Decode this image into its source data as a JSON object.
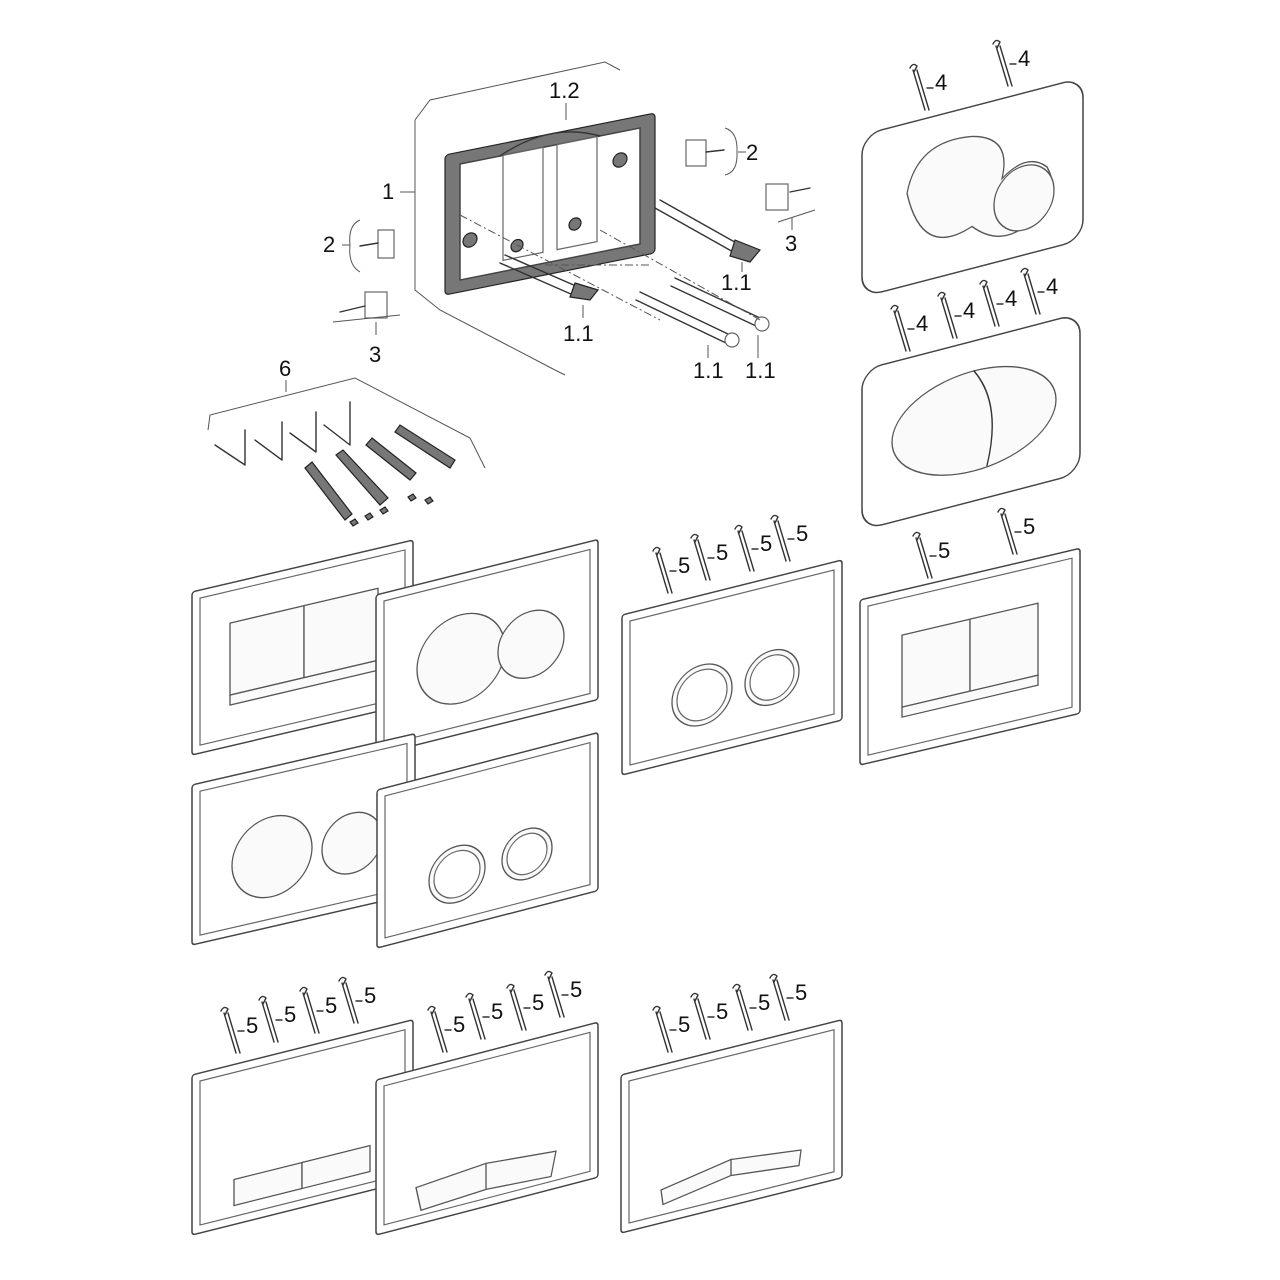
{
  "diagram": {
    "type": "exploded-parts-drawing",
    "callouts": {
      "frame_cover": "1.2",
      "frame": "1",
      "clip_left": "2",
      "clip_right": "2",
      "bracket_left": "3",
      "bracket_right": "3",
      "bolt_a": "1.1",
      "bolt_b": "1.1",
      "bolt_c": "1.1",
      "bolt_d": "1.1",
      "kit": "6"
    },
    "spring_label_4": "4",
    "spring_label_5": "5",
    "colors": {
      "line": "#333333",
      "background": "#ffffff"
    }
  }
}
